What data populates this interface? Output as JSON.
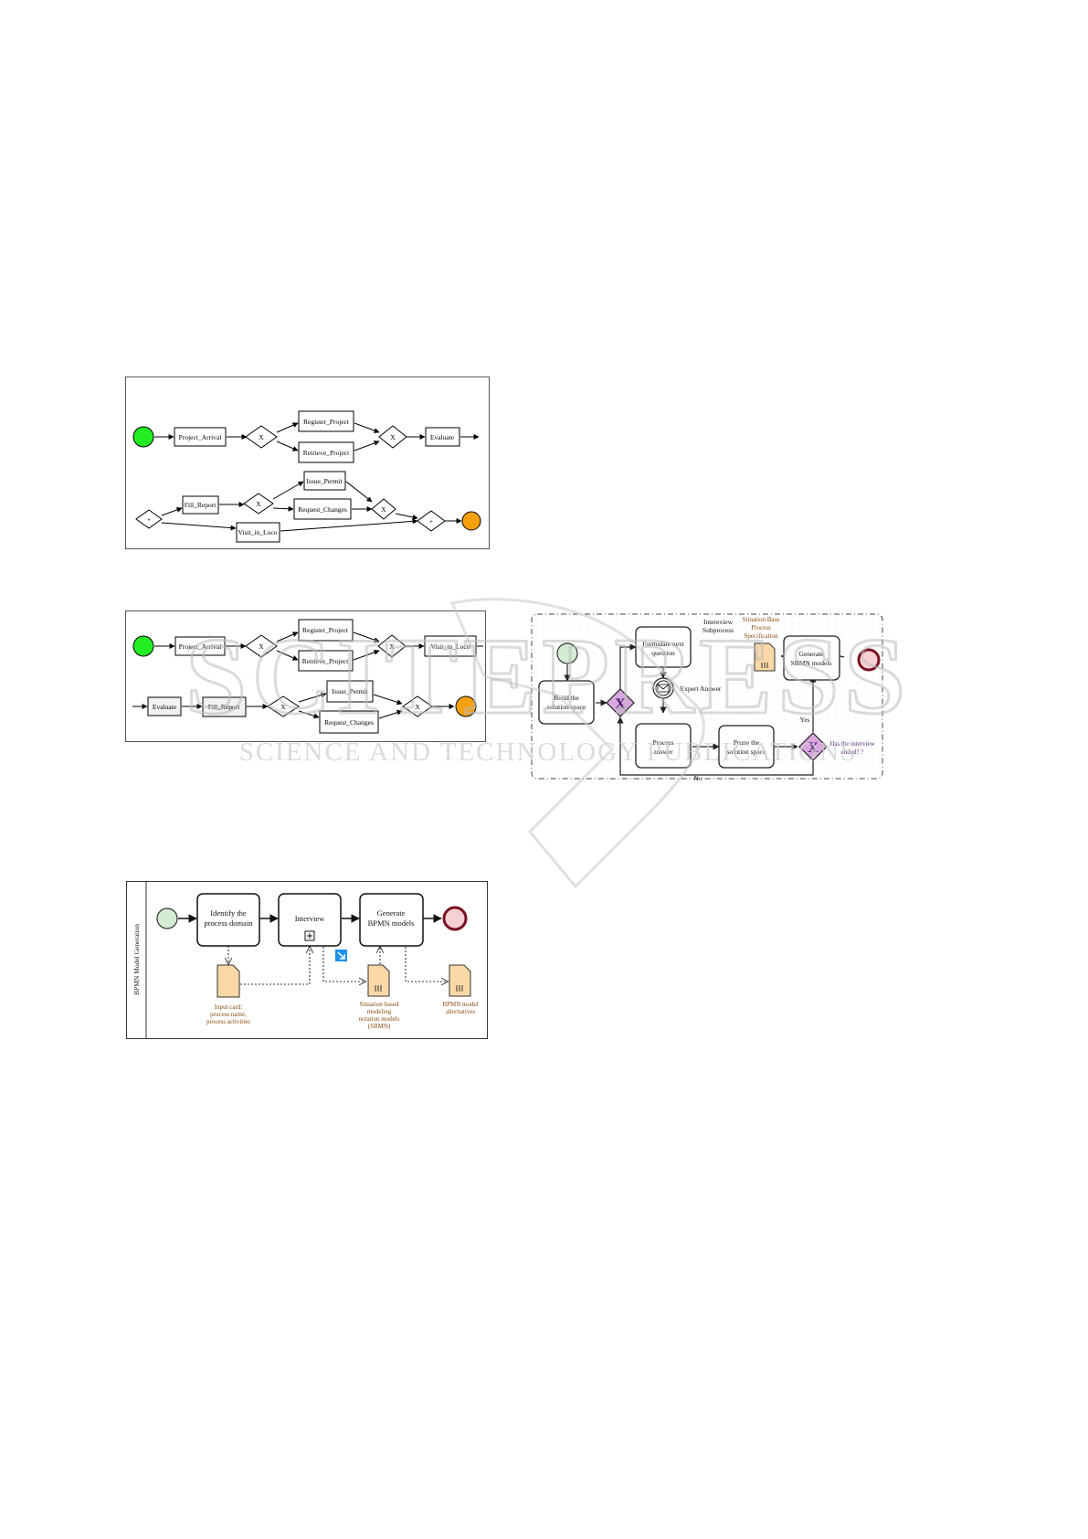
{
  "figure_a": {
    "start_color": "#22ee22",
    "end_color": "#f5a00c",
    "tasks": {
      "project_arrival": "Project_Arrival",
      "register_project": "Register_Project",
      "retrieve_project": "Retrieve_Project",
      "evaluate": "Evaluate",
      "fill_report": "Fill_Report",
      "issue_permit": "Issue_Permit",
      "request_changes": "Request_Changes",
      "visit_in_loco": "Visit_in_Loco"
    },
    "gateway_xor": "X",
    "gateway_and": "+"
  },
  "figure_b": {
    "start_color": "#22ee22",
    "end_color": "#f5a00c",
    "tasks": {
      "project_arrival": "Project_Arrival",
      "register_project": "Register_Project",
      "retrieve_project": "Retrieve_Project",
      "visit_in_loco": "Visit_in_Loco",
      "evaluate": "Evaluate",
      "fill_report": "Fill_Report",
      "issue_permit": "Issue_Permit",
      "request_changes": "Request_Changes"
    },
    "gateway_xor": "X"
  },
  "figure_c": {
    "subprocess_label_1": "Intereview",
    "subprocess_label_2": "Subprocess",
    "spec_label": [
      "Situation Base",
      "Process",
      "Specification"
    ],
    "build": [
      "Build the",
      "solution space"
    ],
    "formulate": [
      "Formulate next",
      "question"
    ],
    "expert_answer": "Expert Answer",
    "process_answer": [
      "Process",
      "answer"
    ],
    "prune": [
      "Prune the",
      "solution space"
    ],
    "generate": [
      "Generate",
      "SBMN models"
    ],
    "question": [
      "Has the interview",
      "ended? ?"
    ],
    "yes": "Yes",
    "no": "No",
    "gateway_mark": "X",
    "gateway_color": "#d9a7e0",
    "start_color": "#d5ecd4",
    "end_color": "#f7d0d5",
    "doc_color": "#fbd8a6"
  },
  "figure_d": {
    "lane_label": "BPMN Model Generation",
    "identify": [
      "Identify the",
      "process domain"
    ],
    "interview": "Interview",
    "generate": [
      "Generate",
      "BPMN models"
    ],
    "input_card": [
      "Input card:",
      "process name,",
      "process activities"
    ],
    "sbmn": [
      "Situation based",
      "modeling",
      "notation models",
      "(SBMN)"
    ],
    "alternatives": [
      "BPMN model",
      "alternatives"
    ],
    "start_color": "#d5ecd4",
    "end_color": "#f7d0d5",
    "doc_color": "#fbd8a6"
  },
  "watermark": {
    "big": "SCITEPRESS",
    "small": "SCIENCE AND TECHNOLOGY PUBLICATIONS"
  }
}
